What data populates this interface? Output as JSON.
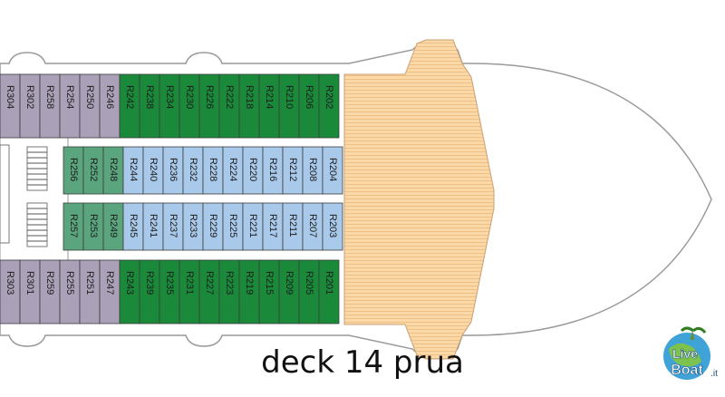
{
  "caption": "deck 14 prua",
  "watermark": {
    "line1": "Live",
    "line2": "Boat",
    "suffix": ".it"
  },
  "colors": {
    "hull_outline": "#9a9a9a",
    "purple_cabin": "#aaa1b8",
    "green_cabin": "#1a8a3a",
    "teal_cabin": "#5aa57e",
    "blue_cabin": "#a9c9ea",
    "deck_wood": "#fbd8a8",
    "deck_stripe": "#f0bf84",
    "corridor": "#ffffff",
    "stair_gray": "#c8c8c8"
  },
  "cabins": {
    "top_outer": [
      {
        "id": "R304",
        "kind": "purple"
      },
      {
        "id": "R302",
        "kind": "purple"
      },
      {
        "id": "R258",
        "kind": "purple"
      },
      {
        "id": "R254",
        "kind": "purple"
      },
      {
        "id": "R250",
        "kind": "purple"
      },
      {
        "id": "R246",
        "kind": "purple"
      },
      {
        "id": "R242",
        "kind": "green"
      },
      {
        "id": "R238",
        "kind": "green"
      },
      {
        "id": "R234",
        "kind": "green"
      },
      {
        "id": "R230",
        "kind": "green"
      },
      {
        "id": "R226",
        "kind": "green"
      },
      {
        "id": "R222",
        "kind": "green"
      },
      {
        "id": "R218",
        "kind": "green"
      },
      {
        "id": "R214",
        "kind": "green"
      },
      {
        "id": "R210",
        "kind": "green"
      },
      {
        "id": "R206",
        "kind": "green"
      },
      {
        "id": "R202",
        "kind": "green"
      }
    ],
    "top_inner": [
      {
        "id": "R256",
        "kind": "teal"
      },
      {
        "id": "R252",
        "kind": "teal"
      },
      {
        "id": "R248",
        "kind": "teal"
      },
      {
        "id": "R244",
        "kind": "blue"
      },
      {
        "id": "R240",
        "kind": "blue"
      },
      {
        "id": "R236",
        "kind": "blue"
      },
      {
        "id": "R232",
        "kind": "blue"
      },
      {
        "id": "R228",
        "kind": "blue"
      },
      {
        "id": "R224",
        "kind": "blue"
      },
      {
        "id": "R220",
        "kind": "blue"
      },
      {
        "id": "R216",
        "kind": "blue"
      },
      {
        "id": "R212",
        "kind": "blue"
      },
      {
        "id": "R208",
        "kind": "blue"
      },
      {
        "id": "R204",
        "kind": "blue"
      }
    ],
    "bottom_inner": [
      {
        "id": "R257",
        "kind": "teal"
      },
      {
        "id": "R253",
        "kind": "teal"
      },
      {
        "id": "R249",
        "kind": "teal"
      },
      {
        "id": "R245",
        "kind": "blue"
      },
      {
        "id": "R241",
        "kind": "blue"
      },
      {
        "id": "R237",
        "kind": "blue"
      },
      {
        "id": "R233",
        "kind": "blue"
      },
      {
        "id": "R229",
        "kind": "blue"
      },
      {
        "id": "R225",
        "kind": "blue"
      },
      {
        "id": "R221",
        "kind": "blue"
      },
      {
        "id": "R217",
        "kind": "blue"
      },
      {
        "id": "R211",
        "kind": "blue"
      },
      {
        "id": "R207",
        "kind": "blue"
      },
      {
        "id": "R203",
        "kind": "blue"
      }
    ],
    "bottom_outer": [
      {
        "id": "R303",
        "kind": "purple"
      },
      {
        "id": "R301",
        "kind": "purple"
      },
      {
        "id": "R259",
        "kind": "purple"
      },
      {
        "id": "R255",
        "kind": "purple"
      },
      {
        "id": "R251",
        "kind": "purple"
      },
      {
        "id": "R247",
        "kind": "purple"
      },
      {
        "id": "R243",
        "kind": "green"
      },
      {
        "id": "R239",
        "kind": "green"
      },
      {
        "id": "R235",
        "kind": "green"
      },
      {
        "id": "R231",
        "kind": "green"
      },
      {
        "id": "R227",
        "kind": "green"
      },
      {
        "id": "R223",
        "kind": "green"
      },
      {
        "id": "R219",
        "kind": "green"
      },
      {
        "id": "R215",
        "kind": "green"
      },
      {
        "id": "R209",
        "kind": "green"
      },
      {
        "id": "R205",
        "kind": "green"
      },
      {
        "id": "R201",
        "kind": "green"
      }
    ]
  }
}
